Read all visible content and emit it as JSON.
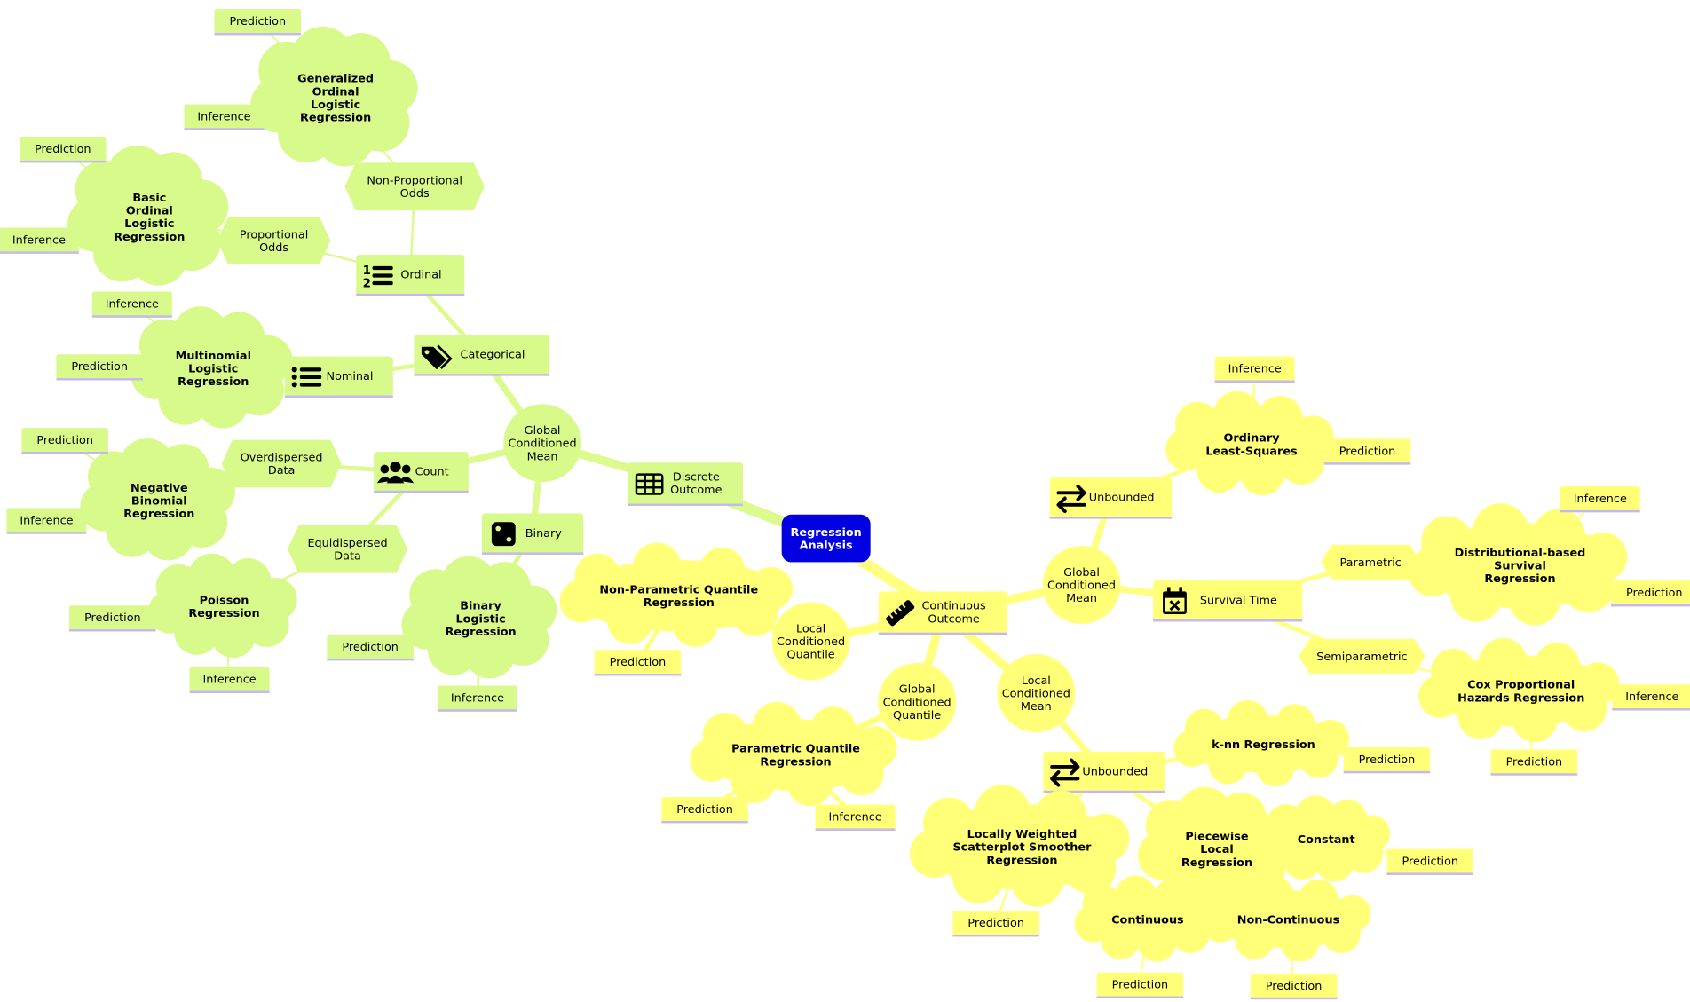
{
  "colors": {
    "root_fill": "#0000e0",
    "root_text": "#ffffff",
    "green_fill": "#d8fa8a",
    "green_edge": "#dcfa8e",
    "yellow_fill": "#ffff78",
    "yellow_edge": "#ffff80",
    "underline": "#c4b8f4",
    "text": "#000000"
  },
  "nodes": [
    {
      "id": "root",
      "parent": null,
      "branch": "root",
      "shape": "root",
      "lines": [
        "Regression",
        "Analysis"
      ]
    },
    {
      "id": "disc",
      "parent": "root",
      "branch": "green",
      "shape": "iconrect",
      "icon": "grid-icon",
      "lines": [
        "Discrete",
        "Outcome"
      ]
    },
    {
      "id": "gcm_g",
      "parent": "disc",
      "branch": "green",
      "shape": "circle",
      "lines": [
        "Global",
        "Conditioned",
        "Mean"
      ]
    },
    {
      "id": "cat",
      "parent": "gcm_g",
      "branch": "green",
      "shape": "iconrect",
      "icon": "tag-icon",
      "lines": [
        "Categorical"
      ]
    },
    {
      "id": "ord",
      "parent": "cat",
      "branch": "green",
      "shape": "iconrect",
      "icon": "ordered-list-icon",
      "lines": [
        "Ordinal"
      ]
    },
    {
      "id": "po",
      "parent": "ord",
      "branch": "green",
      "shape": "hex",
      "lines": [
        "Proportional",
        "Odds"
      ]
    },
    {
      "id": "bolr",
      "parent": "po",
      "branch": "green",
      "shape": "cloud",
      "lines": [
        "Basic",
        "Ordinal",
        "Logistic",
        "Regression"
      ]
    },
    {
      "id": "bolr_p",
      "parent": "bolr",
      "branch": "green",
      "shape": "leaf",
      "lines": [
        "Prediction"
      ]
    },
    {
      "id": "bolr_i",
      "parent": "bolr",
      "branch": "green",
      "shape": "leaf",
      "lines": [
        "Inference"
      ]
    },
    {
      "id": "npo",
      "parent": "ord",
      "branch": "green",
      "shape": "hex",
      "lines": [
        "Non-Proportional",
        "Odds"
      ]
    },
    {
      "id": "golr",
      "parent": "npo",
      "branch": "green",
      "shape": "cloud",
      "lines": [
        "Generalized",
        "Ordinal",
        "Logistic",
        "Regression"
      ]
    },
    {
      "id": "golr_p",
      "parent": "golr",
      "branch": "green",
      "shape": "leaf",
      "lines": [
        "Prediction"
      ]
    },
    {
      "id": "golr_i",
      "parent": "golr",
      "branch": "green",
      "shape": "leaf",
      "lines": [
        "Inference"
      ]
    },
    {
      "id": "nom",
      "parent": "cat",
      "branch": "green",
      "shape": "iconrect",
      "icon": "list-icon",
      "lines": [
        "Nominal"
      ]
    },
    {
      "id": "mlr",
      "parent": "nom",
      "branch": "green",
      "shape": "cloud",
      "lines": [
        "Multinomial",
        "Logistic",
        "Regression"
      ]
    },
    {
      "id": "mlr_i",
      "parent": "mlr",
      "branch": "green",
      "shape": "leaf",
      "lines": [
        "Inference"
      ]
    },
    {
      "id": "mlr_p",
      "parent": "mlr",
      "branch": "green",
      "shape": "leaf",
      "lines": [
        "Prediction"
      ]
    },
    {
      "id": "cnt",
      "parent": "gcm_g",
      "branch": "green",
      "shape": "iconrect",
      "icon": "users-icon",
      "lines": [
        "Count"
      ]
    },
    {
      "id": "od",
      "parent": "cnt",
      "branch": "green",
      "shape": "hex",
      "lines": [
        "Overdispersed",
        "Data"
      ]
    },
    {
      "id": "nbr",
      "parent": "od",
      "branch": "green",
      "shape": "cloud",
      "lines": [
        "Negative",
        "Binomial",
        "Regression"
      ]
    },
    {
      "id": "nbr_p",
      "parent": "nbr",
      "branch": "green",
      "shape": "leaf",
      "lines": [
        "Prediction"
      ]
    },
    {
      "id": "nbr_i",
      "parent": "nbr",
      "branch": "green",
      "shape": "leaf",
      "lines": [
        "Inference"
      ]
    },
    {
      "id": "ed",
      "parent": "cnt",
      "branch": "green",
      "shape": "hex",
      "lines": [
        "Equidispersed",
        "Data"
      ]
    },
    {
      "id": "pr",
      "parent": "ed",
      "branch": "green",
      "shape": "cloud",
      "lines": [
        "Poisson",
        "Regression"
      ]
    },
    {
      "id": "pr_p",
      "parent": "pr",
      "branch": "green",
      "shape": "leaf",
      "lines": [
        "Prediction"
      ]
    },
    {
      "id": "pr_i",
      "parent": "pr",
      "branch": "green",
      "shape": "leaf",
      "lines": [
        "Inference"
      ]
    },
    {
      "id": "bin",
      "parent": "gcm_g",
      "branch": "green",
      "shape": "iconrect",
      "icon": "die-icon",
      "lines": [
        "Binary"
      ]
    },
    {
      "id": "blr",
      "parent": "bin",
      "branch": "green",
      "shape": "cloud",
      "lines": [
        "Binary",
        "Logistic",
        "Regression"
      ]
    },
    {
      "id": "blr_p",
      "parent": "blr",
      "branch": "green",
      "shape": "leaf",
      "lines": [
        "Prediction"
      ]
    },
    {
      "id": "blr_i",
      "parent": "blr",
      "branch": "green",
      "shape": "leaf",
      "lines": [
        "Inference"
      ]
    },
    {
      "id": "cont",
      "parent": "root",
      "branch": "yellow",
      "shape": "iconrect",
      "icon": "ruler-icon",
      "lines": [
        "Continuous",
        "Outcome"
      ]
    },
    {
      "id": "gcm_y",
      "parent": "cont",
      "branch": "yellow",
      "shape": "circle",
      "lines": [
        "Global",
        "Conditioned",
        "Mean"
      ]
    },
    {
      "id": "unb1",
      "parent": "gcm_y",
      "branch": "yellow",
      "shape": "iconrect",
      "icon": "arrows-icon",
      "lines": [
        "Unbounded"
      ]
    },
    {
      "id": "ols",
      "parent": "unb1",
      "branch": "yellow",
      "shape": "cloud",
      "lines": [
        "Ordinary",
        "Least-Squares"
      ]
    },
    {
      "id": "ols_i",
      "parent": "ols",
      "branch": "yellow",
      "shape": "leaf",
      "lines": [
        "Inference"
      ]
    },
    {
      "id": "ols_p",
      "parent": "ols",
      "branch": "yellow",
      "shape": "leaf",
      "lines": [
        "Prediction"
      ]
    },
    {
      "id": "surv",
      "parent": "gcm_y",
      "branch": "yellow",
      "shape": "iconrect",
      "icon": "calendar-x-icon",
      "lines": [
        "Survival Time"
      ]
    },
    {
      "id": "par",
      "parent": "surv",
      "branch": "yellow",
      "shape": "hex",
      "lines": [
        "Parametric"
      ]
    },
    {
      "id": "dsr",
      "parent": "par",
      "branch": "yellow",
      "shape": "cloud",
      "lines": [
        "Distributional-based",
        "Survival",
        "Regression"
      ]
    },
    {
      "id": "dsr_i",
      "parent": "dsr",
      "branch": "yellow",
      "shape": "leaf",
      "lines": [
        "Inference"
      ]
    },
    {
      "id": "dsr_p",
      "parent": "dsr",
      "branch": "yellow",
      "shape": "leaf",
      "lines": [
        "Prediction"
      ]
    },
    {
      "id": "semi",
      "parent": "surv",
      "branch": "yellow",
      "shape": "hex",
      "lines": [
        "Semiparametric"
      ]
    },
    {
      "id": "cox",
      "parent": "semi",
      "branch": "yellow",
      "shape": "cloud",
      "lines": [
        "Cox Proportional",
        "Hazards Regression"
      ]
    },
    {
      "id": "cox_i",
      "parent": "cox",
      "branch": "yellow",
      "shape": "leaf",
      "lines": [
        "Inference"
      ]
    },
    {
      "id": "cox_p",
      "parent": "cox",
      "branch": "yellow",
      "shape": "leaf",
      "lines": [
        "Prediction"
      ]
    },
    {
      "id": "lcq",
      "parent": "cont",
      "branch": "yellow",
      "shape": "circle",
      "lines": [
        "Local",
        "Conditioned",
        "Quantile"
      ]
    },
    {
      "id": "npqr",
      "parent": "lcq",
      "branch": "yellow",
      "shape": "cloud",
      "lines": [
        "Non-Parametric Quantile",
        "Regression"
      ]
    },
    {
      "id": "npqr_p",
      "parent": "npqr",
      "branch": "yellow",
      "shape": "leaf",
      "lines": [
        "Prediction"
      ]
    },
    {
      "id": "gcq",
      "parent": "cont",
      "branch": "yellow",
      "shape": "circle",
      "lines": [
        "Global",
        "Conditioned",
        "Quantile"
      ]
    },
    {
      "id": "pqr",
      "parent": "gcq",
      "branch": "yellow",
      "shape": "cloud",
      "lines": [
        "Parametric Quantile",
        "Regression"
      ]
    },
    {
      "id": "pqr_p",
      "parent": "pqr",
      "branch": "yellow",
      "shape": "leaf",
      "lines": [
        "Prediction"
      ]
    },
    {
      "id": "pqr_i",
      "parent": "pqr",
      "branch": "yellow",
      "shape": "leaf",
      "lines": [
        "Inference"
      ]
    },
    {
      "id": "lcm",
      "parent": "cont",
      "branch": "yellow",
      "shape": "circle",
      "lines": [
        "Local",
        "Conditioned",
        "Mean"
      ]
    },
    {
      "id": "unb2",
      "parent": "lcm",
      "branch": "yellow",
      "shape": "iconrect",
      "icon": "arrows-icon",
      "lines": [
        "Unbounded"
      ]
    },
    {
      "id": "knn",
      "parent": "unb2",
      "branch": "yellow",
      "shape": "cloud",
      "lines": [
        "k-nn Regression"
      ]
    },
    {
      "id": "knn_p",
      "parent": "knn",
      "branch": "yellow",
      "shape": "leaf",
      "lines": [
        "Prediction"
      ]
    },
    {
      "id": "lowess",
      "parent": "unb2",
      "branch": "yellow",
      "shape": "cloud",
      "lines": [
        "Locally Weighted",
        "Scatterplot Smoother",
        "Regression"
      ]
    },
    {
      "id": "lowess_p",
      "parent": "lowess",
      "branch": "yellow",
      "shape": "leaf",
      "lines": [
        "Prediction"
      ]
    },
    {
      "id": "plr",
      "parent": "unb2",
      "branch": "yellow",
      "shape": "cloud",
      "lines": [
        "Piecewise",
        "Local",
        "Regression"
      ]
    },
    {
      "id": "const",
      "parent": "plr",
      "branch": "yellow",
      "shape": "cloud",
      "lines": [
        "Constant"
      ]
    },
    {
      "id": "const_p",
      "parent": "const",
      "branch": "yellow",
      "shape": "leaf",
      "lines": [
        "Prediction"
      ]
    },
    {
      "id": "contc",
      "parent": "plr",
      "branch": "yellow",
      "shape": "cloud",
      "lines": [
        "Continuous"
      ]
    },
    {
      "id": "contc_p",
      "parent": "contc",
      "branch": "yellow",
      "shape": "leaf",
      "lines": [
        "Prediction"
      ]
    },
    {
      "id": "noncont",
      "parent": "plr",
      "branch": "yellow",
      "shape": "cloud",
      "lines": [
        "Non-Continuous"
      ]
    },
    {
      "id": "noncont_p",
      "parent": "noncont",
      "branch": "yellow",
      "shape": "leaf",
      "lines": [
        "Prediction"
      ]
    }
  ]
}
